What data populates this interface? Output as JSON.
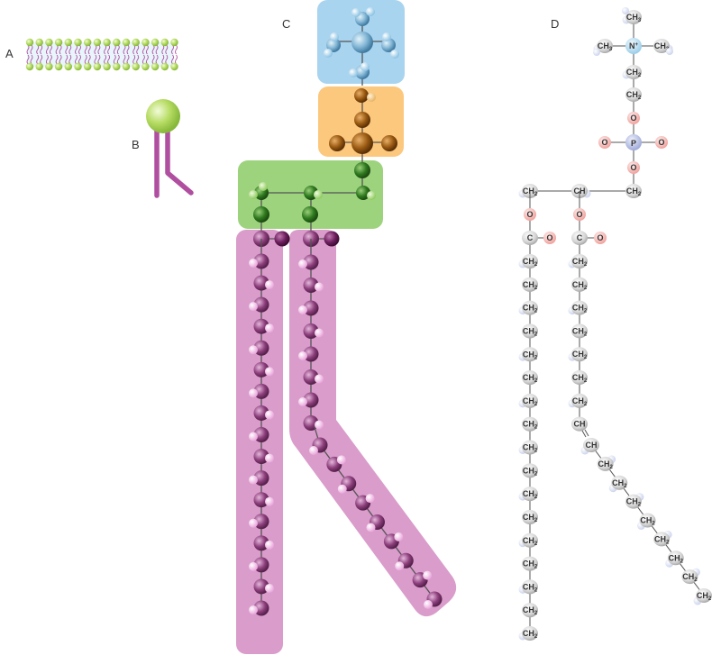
{
  "panels": {
    "A": {
      "label": "A",
      "name": "lipid-bilayer",
      "head_count": 16
    },
    "B": {
      "label": "B",
      "name": "phospholipid-symbol"
    },
    "C": {
      "label": "C",
      "name": "space-filling-model",
      "groups": [
        {
          "name": "choline",
          "color": "#a9d4ef"
        },
        {
          "name": "phosphate",
          "color": "#fcc87d"
        },
        {
          "name": "glycerol",
          "color": "#9ed37e"
        },
        {
          "name": "fatty-acid-tails",
          "color": "#d99ccb"
        }
      ],
      "saturated_tail_units": 17,
      "unsaturated_tail_units_straight": 8,
      "unsaturated_tail_units_bent": 9
    },
    "D": {
      "label": "D",
      "name": "structural-formula",
      "choline": {
        "methyl_top": "CH3",
        "methyl_left": "CH3",
        "methyl_right": "CH3",
        "nitrogen": "N+",
        "chain": [
          "CH2",
          "CH2"
        ]
      },
      "phosphate": {
        "o_top": "O",
        "p": "P",
        "o_left": "O",
        "o_right": "O",
        "o_bottom": "O"
      },
      "glycerol": [
        "CH2",
        "CH",
        "CH2"
      ],
      "ester_left": {
        "o": "O",
        "c": "C",
        "o_double": "O"
      },
      "ester_right": {
        "o": "O",
        "c": "C",
        "o_double": "O"
      },
      "saturated_chain": [
        "CH2",
        "CH2",
        "CH2",
        "CH2",
        "CH2",
        "CH2",
        "CH2",
        "CH2",
        "CH2",
        "CH2",
        "CH2",
        "CH2",
        "CH2",
        "CH2",
        "CH2",
        "CH2",
        "CH2"
      ],
      "unsaturated_chain_straight": [
        "CH2",
        "CH2",
        "CH2",
        "CH2",
        "CH2",
        "CH2",
        "CH2",
        "CH"
      ],
      "unsaturated_chain_bent": [
        "CH",
        "CH2",
        "CH2",
        "CH2",
        "CH2",
        "CH2",
        "CH2",
        "CH2",
        "CH2"
      ]
    }
  },
  "colors": {
    "head_green": "#a8d45a",
    "tail_magenta": "#b04fa0",
    "choline_bg": "#a9d4ef",
    "phosphate_bg": "#fcc87d",
    "glycerol_bg": "#9ed37e",
    "tail_bg": "#d99ccb",
    "atom_gray": "#d6d6d6",
    "atom_oxygen": "#f3b1ad",
    "atom_phosphorus": "#b5c0e6",
    "atom_nitrogen": "#b8dcf2",
    "hydrogen": "#e6eaf6"
  }
}
